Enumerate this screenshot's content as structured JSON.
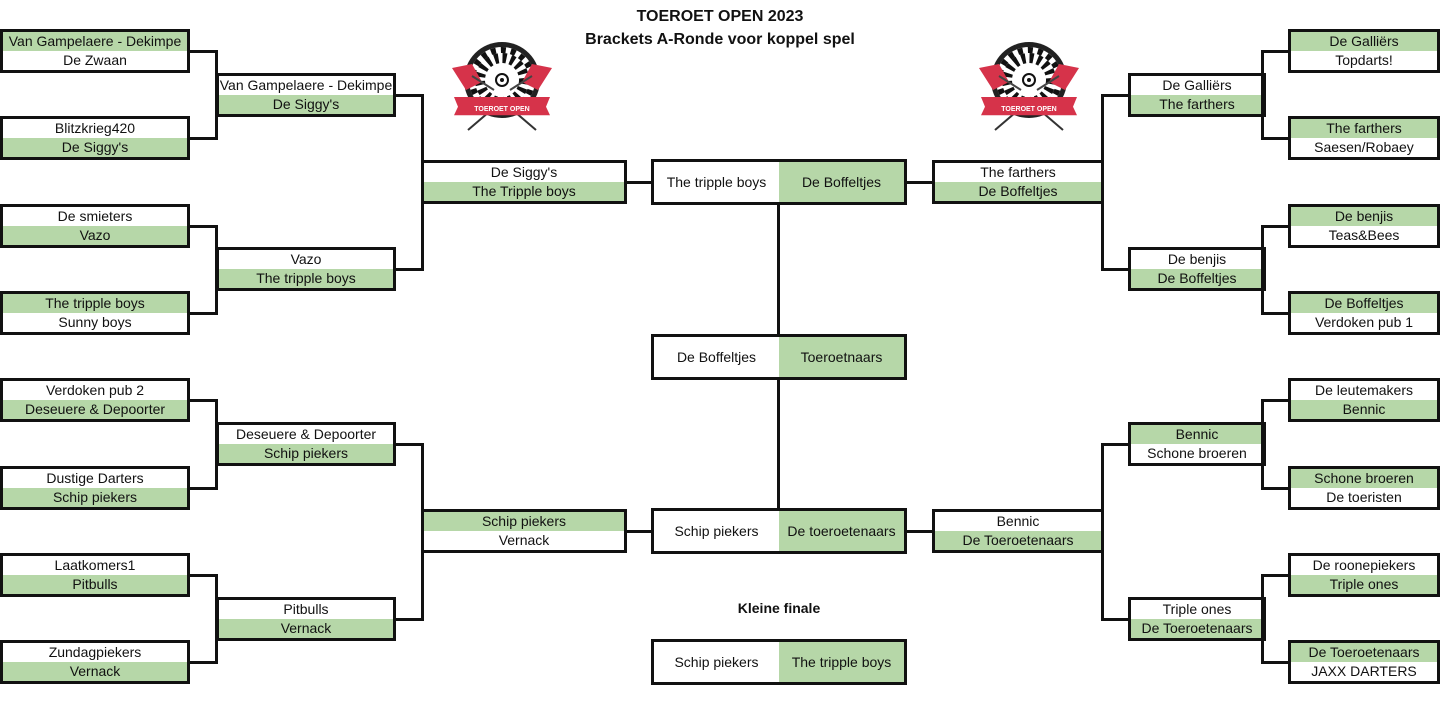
{
  "header": {
    "title": "TOEROET OPEN 2023",
    "subtitle": "Brackets A-Ronde voor koppel spel",
    "logo_text": "TOEROET OPEN"
  },
  "colors": {
    "winner": "#b6d7a8",
    "border": "#111111"
  },
  "left": {
    "r1": [
      {
        "top": "Van Gampelaere - Dekimpe",
        "bottom": "De Zwaan",
        "winner": "top"
      },
      {
        "top": "Blitzkrieg420",
        "bottom": "De Siggy's",
        "winner": "bottom"
      },
      {
        "top": "De smieters",
        "bottom": "Vazo",
        "winner": "bottom"
      },
      {
        "top": "The tripple boys",
        "bottom": "Sunny boys",
        "winner": "top"
      },
      {
        "top": "Verdoken pub 2",
        "bottom": "Deseuere & Depoorter",
        "winner": "bottom"
      },
      {
        "top": "Dustige Darters",
        "bottom": "Schip piekers",
        "winner": "bottom"
      },
      {
        "top": "Laatkomers1",
        "bottom": "Pitbulls",
        "winner": "bottom"
      },
      {
        "top": "Zundagpiekers",
        "bottom": "Vernack",
        "winner": "bottom"
      }
    ],
    "r2": [
      {
        "top": "Van Gampelaere - Dekimpe",
        "bottom": "De Siggy's",
        "winner": "bottom"
      },
      {
        "top": "Vazo",
        "bottom": "The tripple boys",
        "winner": "bottom"
      },
      {
        "top": "Deseuere & Depoorter",
        "bottom": "Schip piekers",
        "winner": "bottom"
      },
      {
        "top": "Pitbulls",
        "bottom": "Vernack",
        "winner": "bottom"
      }
    ],
    "r3": [
      {
        "top": "De Siggy's",
        "bottom": "The Tripple boys",
        "winner": "bottom"
      },
      {
        "top": "Schip piekers",
        "bottom": "Vernack",
        "winner": "top"
      }
    ]
  },
  "right": {
    "r1": [
      {
        "top": "De Galliërs",
        "bottom": "Topdarts!",
        "winner": "top"
      },
      {
        "top": "The farthers",
        "bottom": "Saesen/Robaey",
        "winner": "top"
      },
      {
        "top": "De benjis",
        "bottom": "Teas&Bees",
        "winner": "top"
      },
      {
        "top": "De Boffeltjes",
        "bottom": "Verdoken pub 1",
        "winner": "top"
      },
      {
        "top": "De leutemakers",
        "bottom": "Bennic",
        "winner": "bottom"
      },
      {
        "top": "Schone broeren",
        "bottom": "De toeristen",
        "winner": "top"
      },
      {
        "top": "De roonepiekers",
        "bottom": "Triple ones",
        "winner": "bottom"
      },
      {
        "top": "De Toeroetenaars",
        "bottom": "JAXX DARTERS",
        "winner": "top"
      }
    ],
    "r2": [
      {
        "top": "De Galliërs",
        "bottom": "The farthers",
        "winner": "bottom"
      },
      {
        "top": "De benjis",
        "bottom": "De Boffeltjes",
        "winner": "bottom"
      },
      {
        "top": "Bennic",
        "bottom": "Schone broeren",
        "winner": "top"
      },
      {
        "top": "Triple ones",
        "bottom": "De Toeroetenaars",
        "winner": "bottom"
      }
    ],
    "r3": [
      {
        "top": "The farthers",
        "bottom": "De Boffeltjes",
        "winner": "bottom"
      },
      {
        "top": "Bennic",
        "bottom": "De Toeroetenaars",
        "winner": "bottom"
      }
    ]
  },
  "center": {
    "semi_top": {
      "left": "The tripple boys",
      "right": "De Boffeltjes",
      "winner": "right"
    },
    "final": {
      "left": "De Boffeltjes",
      "right": "Toeroetnaars",
      "winner": "right"
    },
    "semi_bottom": {
      "left": "Schip piekers",
      "right": "De toeroetenaars",
      "winner": "right"
    },
    "small_final_label": "Kleine finale",
    "small_final": {
      "left": "Schip piekers",
      "right": "The tripple boys",
      "winner": "right"
    }
  }
}
